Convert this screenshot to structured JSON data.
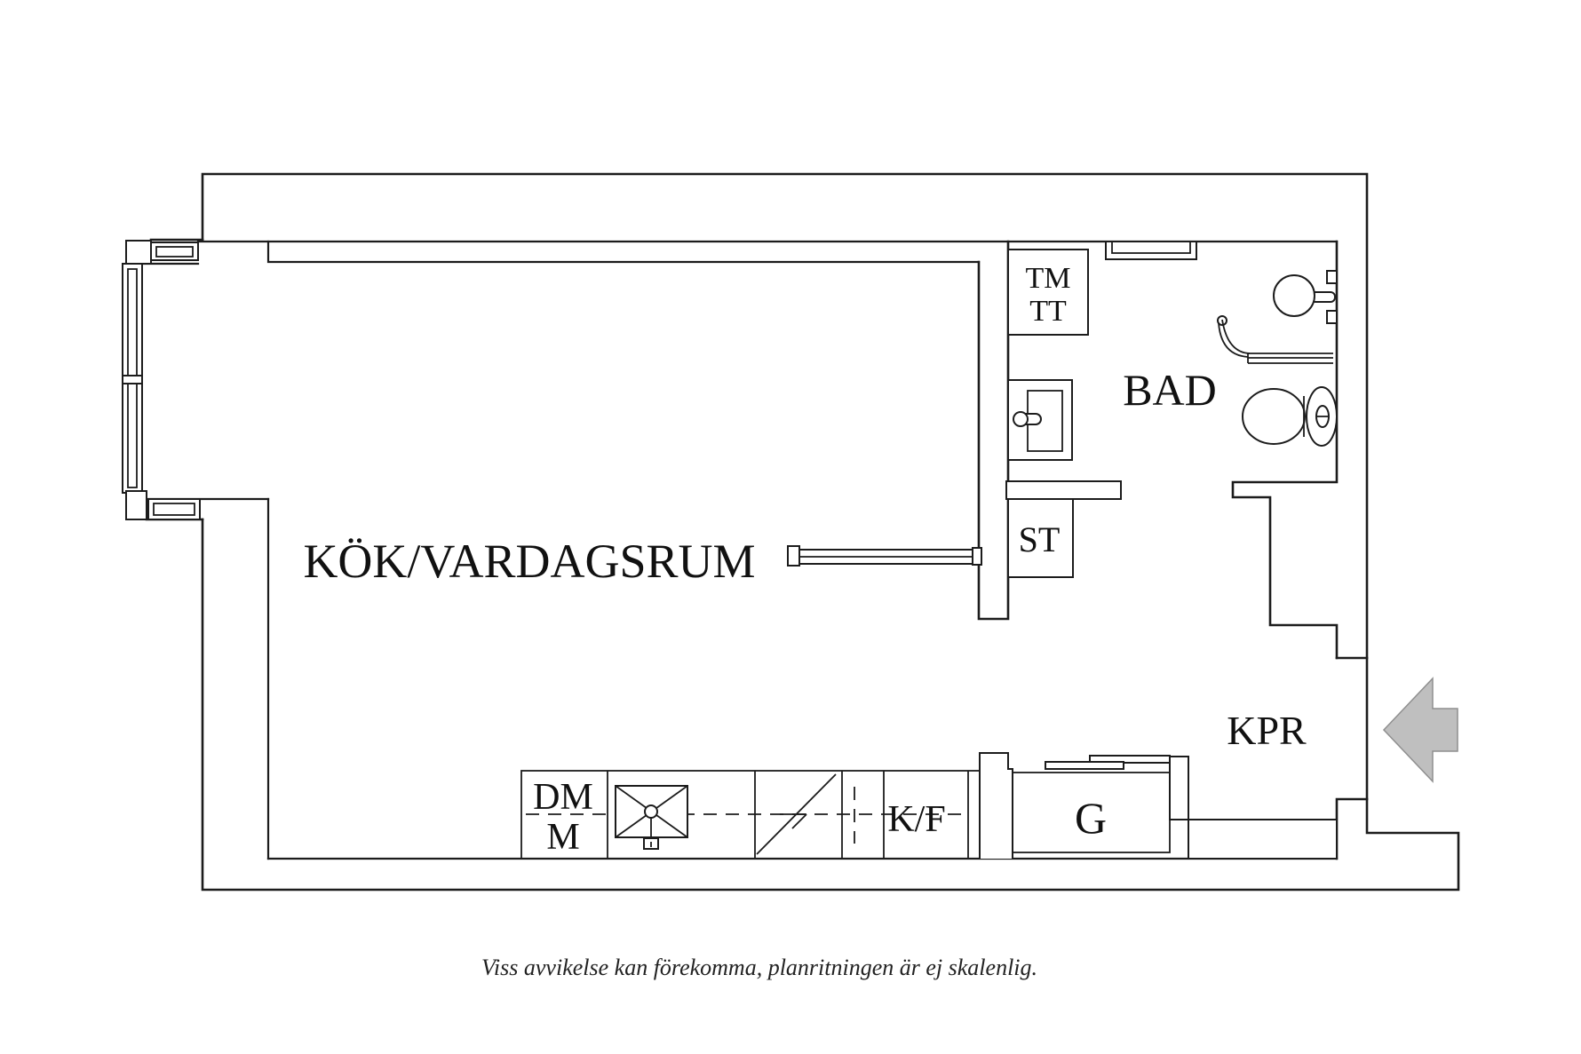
{
  "colors": {
    "ink": "#1c1c1c",
    "background": "#ffffff",
    "arrow_fill": "#bfbfbf",
    "arrow_stroke": "#8f8f8f"
  },
  "rooms": {
    "kitchen_living": "KÖK/VARDAGSRUM",
    "bathroom": "BAD",
    "hallway": "KPR"
  },
  "closets": {
    "st": "ST",
    "wardrobe": "G"
  },
  "appliances": {
    "washer": "TM",
    "dryer": "TT",
    "dishwasher": "DM",
    "microwave": "M",
    "fridge_freezer": "K/F"
  },
  "footer": {
    "disclaimer": "Viss avvikelse kan förekomma, planritningen är ej skalenlig."
  }
}
